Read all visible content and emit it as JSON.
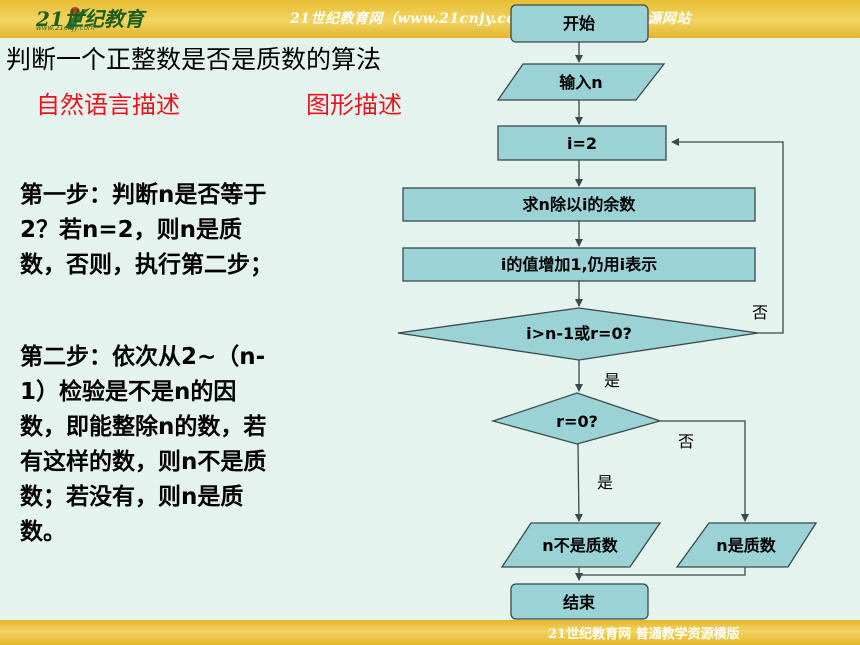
{
  "header": {
    "logo_text": "21世纪教育",
    "logo_sub": "www.21cnjy.com",
    "banner": "21世纪教育网（www.21cnjy.com）的中小学教育资源网站"
  },
  "footer": {
    "text": "21世纪教育网   普通教学资源模版"
  },
  "slide": {
    "title": "判断一个正整数是否是质数的算法",
    "label_natural": "自然语言描述",
    "label_graphic": "图形描述",
    "step1": "第一步：判断n是否等于2？若n=2，则n是质数，否则，执行第二步；",
    "step2": "第二步：依次从2~（n-1）检验是不是n的因数，即能整除n的数，若有这样的数，则n不是质数；若没有，则n是质数。"
  },
  "flowchart": {
    "colors": {
      "fill": "#9bd2d6",
      "stroke": "#3a4a4a"
    },
    "nodes": {
      "start": "开始",
      "input": "输入n",
      "init": "i=2",
      "remainder": "求n除以i的余数",
      "increment": "i的值增加1,仍用i表示",
      "cond1": "i>n-1或r=0?",
      "cond2": "r=0?",
      "not_prime": "n不是质数",
      "prime": "n是质数",
      "end": "结束"
    },
    "edge_labels": {
      "cond1_yes": "是",
      "cond1_no": "否",
      "cond2_yes": "是",
      "cond2_no": "否"
    }
  }
}
